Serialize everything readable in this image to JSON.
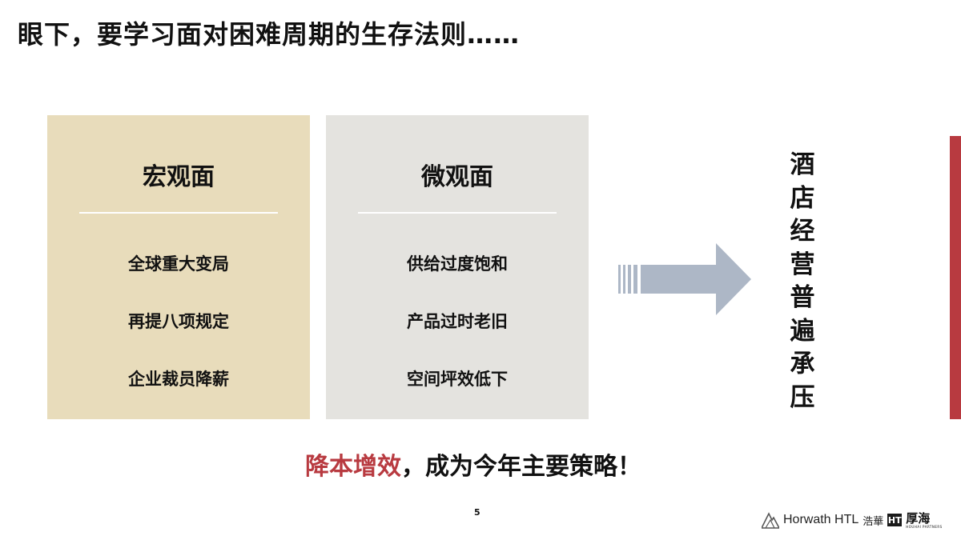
{
  "slide": {
    "title": "眼下，要学习面对困难周期的生存法则……",
    "page_number": "5"
  },
  "panels": [
    {
      "heading": "宏观面",
      "items": [
        "全球重大变局",
        "再提八项规定",
        "企业裁员降薪"
      ]
    },
    {
      "heading": "微观面",
      "items": [
        "供给过度饱和",
        "产品过时老旧",
        "空间坪效低下"
      ]
    }
  ],
  "result": {
    "chars": [
      "酒",
      "店",
      "经",
      "营",
      "普",
      "遍",
      "承",
      "压"
    ]
  },
  "conclusion": {
    "highlight": "降本增效",
    "rest": "，成为今年主要策略！"
  },
  "footer": {
    "brand_en": "Horwath HTL",
    "brand_cn": "浩華",
    "mark": "HT",
    "partner_cn": "厚海",
    "partner_en": "HOUHAI PARTNERS"
  },
  "colors": {
    "macro_panel": "#e8dcbb",
    "micro_panel": "#e4e3df",
    "accent_red": "#b83a40",
    "arrow": "#adb7c6"
  }
}
